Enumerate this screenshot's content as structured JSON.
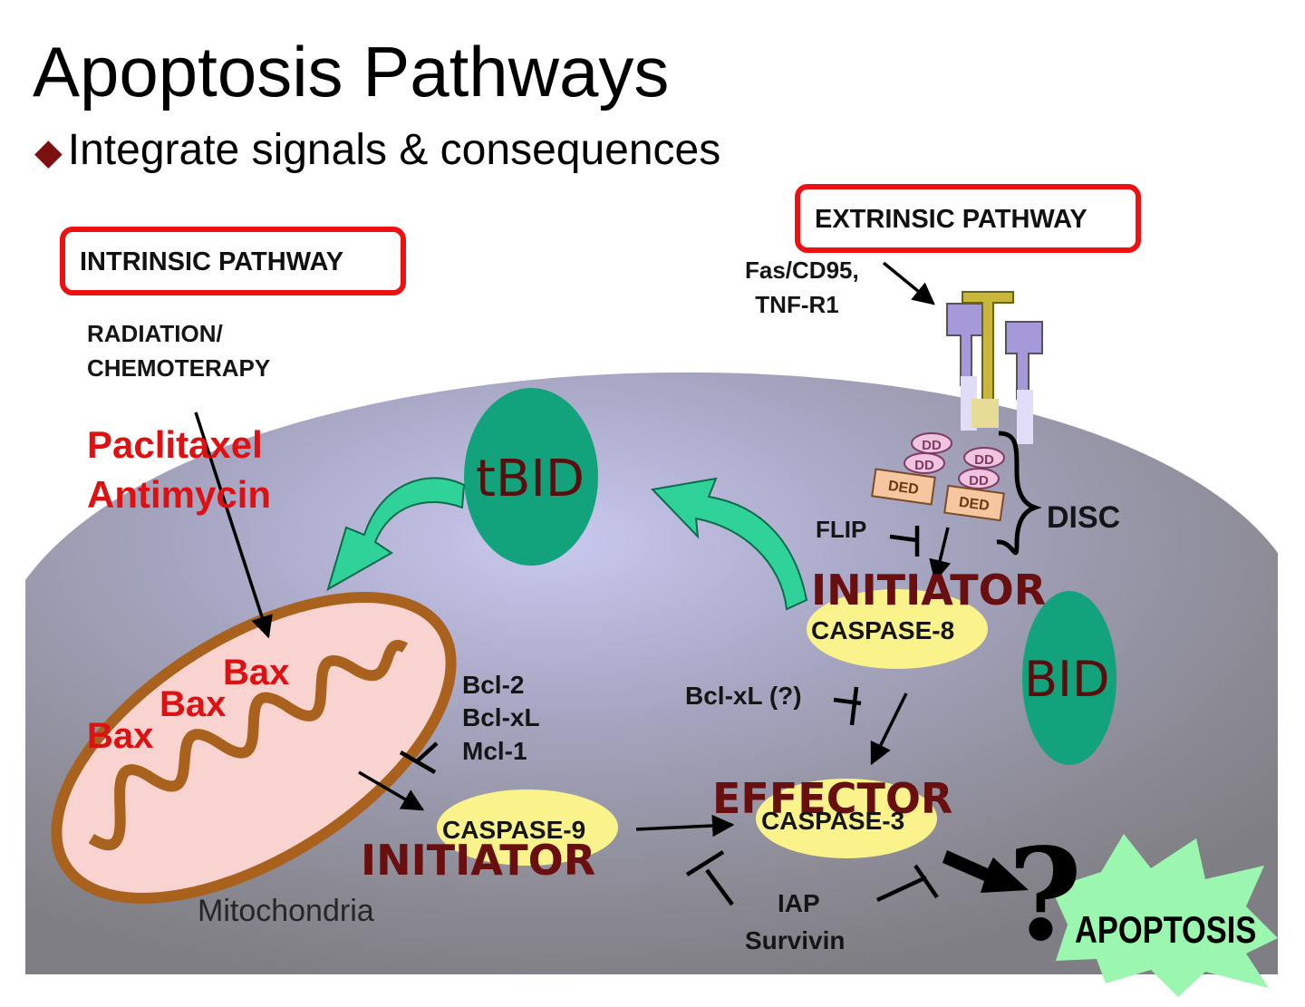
{
  "title": "Apoptosis Pathways",
  "subtitle": "Integrate signals & consequences",
  "colors": {
    "pathway_box_border": "#ee1111",
    "drug_text": "#dd1111",
    "stage_text": "#6a0f0f",
    "caspase_fill": "#faf28a",
    "bid_fill": "#12a37c",
    "arrow_fill": "#2fd39a",
    "mitochondria_fill": "#f9d3cf",
    "mitochondria_outline": "#a9621d",
    "apoptosis_burst": "#9bf7b0",
    "cell_fill": "#8e8d98"
  },
  "intrinsic": {
    "label": "INTRINSIC PATHWAY",
    "trigger_line1": "RADIATION/",
    "trigger_line2": "CHEMOTERAPY",
    "drug1": "Paclitaxel",
    "drug2": "Antimycin",
    "bax": [
      "Bax",
      "Bax",
      "Bax"
    ],
    "organelle": "Mitochondria",
    "inhibitors": [
      "Bcl-2",
      "Bcl-xL",
      "Mcl-1"
    ]
  },
  "extrinsic": {
    "label": "EXTRINSIC PATHWAY",
    "receptor_line1": "Fas/CD95,",
    "receptor_line2": "TNF-R1",
    "domains": [
      "DD",
      "DD",
      "DED",
      "DD",
      "DD",
      "DED"
    ],
    "complex": "DISC",
    "flip": "FLIP",
    "bclxl": "Bcl-xL (?)"
  },
  "tbid": "tBID",
  "bid": "BID",
  "caspase8": "CASPASE-8",
  "caspase9": "CASPASE-9",
  "caspase3": "CASPASE-3",
  "initiator_top": "INITIATOR",
  "initiator_bottom": "INITIATOR",
  "effector": "EFFECTOR",
  "iap": "IAP",
  "survivin": "Survivin",
  "question": "?",
  "apoptosis": "APOPTOSIS"
}
